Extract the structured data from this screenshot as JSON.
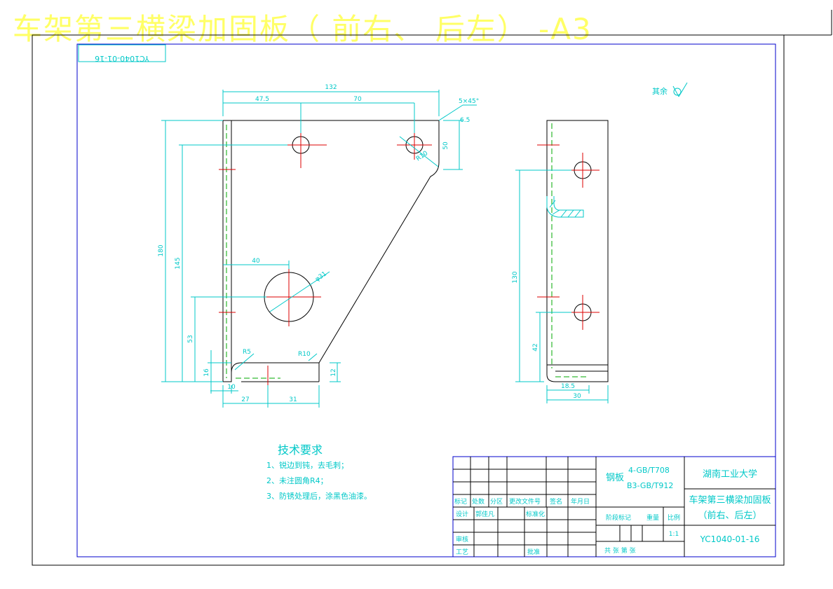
{
  "page_title": "车架第三横梁加固板（  前右、  后左）  -A3",
  "drawing_number_flipped": "YC1040-01-16",
  "roughness_note": "其余",
  "front_view": {
    "dims": {
      "overall_width": "132",
      "left_seg": "47.5",
      "right_seg": "70",
      "chamfer": "5×45°",
      "chamfer_b": "6.5",
      "right_height": "50",
      "corner_radius": "R10",
      "overall_height": "180",
      "hole_height": "145",
      "big_hole_height": "53",
      "big_hole_x": "40",
      "big_hole_dia": "φ31",
      "corner_r": "R5",
      "small_r": "R10",
      "bottom_left": "10",
      "bottom_a": "27",
      "bottom_b": "31",
      "left_low": "16",
      "right_low": "12"
    }
  },
  "side_view": {
    "dims": {
      "hole_spacing": "130",
      "lower_height": "42",
      "thick_a": "18.5",
      "thick_total": "30"
    }
  },
  "notes": {
    "heading": "技术要求",
    "items": [
      "1、锐边到钝，去毛刺；",
      "2、未注圆角R4；",
      "3、防锈处理后，涂黑色油漆。"
    ]
  },
  "title_block": {
    "material_name": "钢板",
    "material_std1": "4-GB/T708",
    "material_std2": "B3-GB/T912",
    "school": "湖南工业大学",
    "part_name_1": "车架第三横梁加固板",
    "part_name_2": "（前右、后左）",
    "drawing_number": "YC1040-01-16",
    "scale": "1:1",
    "headers": {
      "mark": "标记",
      "count": "处数",
      "zone": "分区",
      "change_doc": "更改文件号",
      "sign": "签名",
      "date": "年月日",
      "design": "设计",
      "designer": "郭佳凡",
      "standard": "标准化",
      "review": "审核",
      "process": "工艺",
      "approve": "批准",
      "stage_mark": "阶段标记",
      "weight": "重量",
      "ratio": "比例",
      "sheets": "共    张  第    张"
    }
  },
  "colors": {
    "background": "#ffffff",
    "title_yellow": "#ffff66",
    "dimension_cyan": "#00c8c8",
    "frame_blue": "#0000cc",
    "centerline_red": "#dd0000",
    "hidden_green": "#00aa00"
  }
}
